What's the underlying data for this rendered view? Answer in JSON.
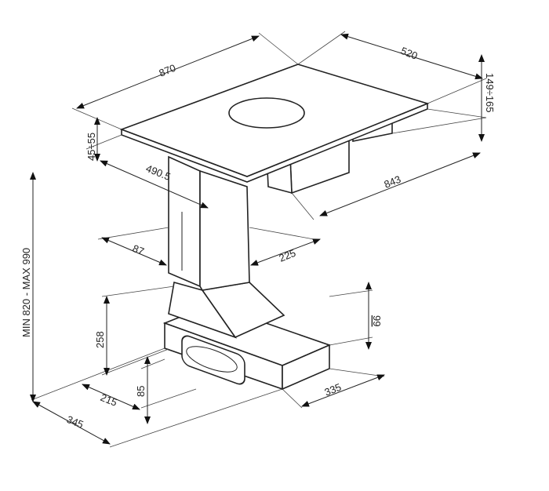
{
  "drawing": {
    "dimensions": {
      "hob_width": "870",
      "hob_depth": "520",
      "cutout_height": "149÷165",
      "hob_thickness": "45÷55",
      "column_offset": "490.5",
      "cutout_length": "843",
      "column_width": "87",
      "column_depth": "225",
      "hood_height": "258",
      "base_height": "99",
      "total_height": "MIN 820 - MAX 990",
      "outlet_height": "85",
      "outlet_width": "215",
      "base_width": "345",
      "base_depth": "335"
    }
  }
}
